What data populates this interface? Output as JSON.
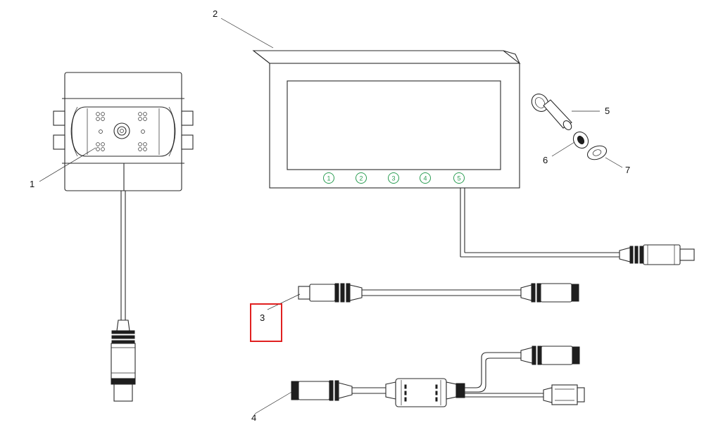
{
  "callouts": {
    "camera": "1",
    "monitor": "2",
    "extension_cable": "3",
    "splitter_cable": "4",
    "mount_bolt": "5",
    "washer_small": "6",
    "washer_large": "7"
  },
  "monitor_buttons": [
    "1",
    "2",
    "3",
    "4",
    "5"
  ],
  "colors": {
    "line": "#2a2a2a",
    "button_text": "#2e9e55",
    "highlight_box": "#e02020"
  },
  "highlight": "callout-3"
}
